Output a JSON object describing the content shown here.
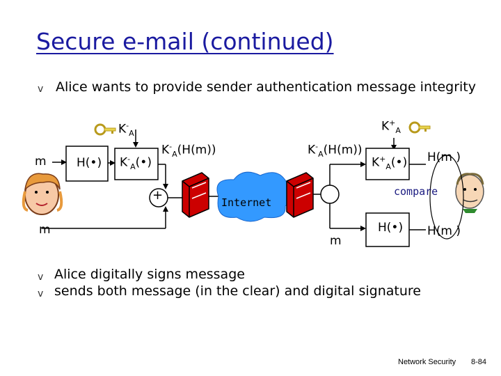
{
  "title": "Secure e-mail (continued)",
  "intro_bullet": "Alice wants to provide sender authentication message integrity",
  "bullets": [
    "Alice digitally signs message",
    "sends both message (in the clear) and digital signature"
  ],
  "bullet_glyph": "v",
  "diagram": {
    "m_input": "m",
    "m_lower_left": "m",
    "m_lower_right": "m",
    "hash_left": "H(•)",
    "hash_right": "H(•)",
    "priv_key_label": "K",
    "priv_key_sup": "-",
    "priv_key_sub": "A",
    "pub_key_label": "K",
    "pub_key_sup": "+",
    "pub_key_sub": "A",
    "encrypt_box": "K",
    "encrypt_box_sup": "-",
    "encrypt_box_sub": "A",
    "encrypt_box_arg": "(•)",
    "decrypt_box": "K",
    "decrypt_box_sup": "+",
    "decrypt_box_sub": "A",
    "decrypt_box_arg": "(•)",
    "signature_left": "K",
    "signature_left_sup": "-",
    "signature_left_sub": "A",
    "signature_left_arg": "(H(m))",
    "signature_right": "K",
    "signature_right_sup": "-",
    "signature_right_sub": "A",
    "signature_right_arg": "(H(m))",
    "hash_out_top": "H(m )",
    "hash_out_bottom": "H(m )",
    "plus": "+",
    "internet": "Internet",
    "compare": "compare",
    "colors": {
      "cloud": "#3399ff",
      "router": "#cc0000",
      "key": "#e8d44d",
      "title": "#1a1aa0"
    }
  },
  "footer": {
    "left": "Network Security",
    "right": "8-84"
  }
}
